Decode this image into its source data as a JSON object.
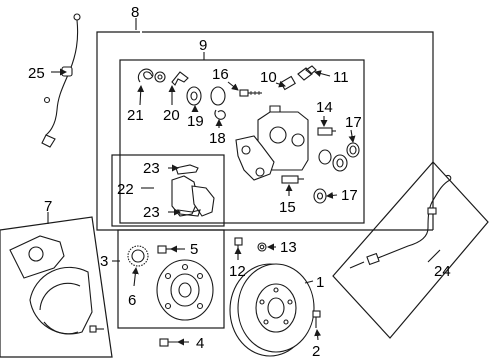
{
  "callouts": [
    {
      "id": "c1",
      "text": "1"
    },
    {
      "id": "c2",
      "text": "2"
    },
    {
      "id": "c3",
      "text": "3"
    },
    {
      "id": "c4",
      "text": "4"
    },
    {
      "id": "c5",
      "text": "5"
    },
    {
      "id": "c6",
      "text": "6"
    },
    {
      "id": "c7",
      "text": "7"
    },
    {
      "id": "c8",
      "text": "8"
    },
    {
      "id": "c9",
      "text": "9"
    },
    {
      "id": "c10",
      "text": "10"
    },
    {
      "id": "c11",
      "text": "11"
    },
    {
      "id": "c12",
      "text": "12"
    },
    {
      "id": "c13",
      "text": "13"
    },
    {
      "id": "c14",
      "text": "14"
    },
    {
      "id": "c15",
      "text": "15"
    },
    {
      "id": "c16",
      "text": "16"
    },
    {
      "id": "c17a",
      "text": "17"
    },
    {
      "id": "c17b",
      "text": "17"
    },
    {
      "id": "c18",
      "text": "18"
    },
    {
      "id": "c19",
      "text": "19"
    },
    {
      "id": "c20",
      "text": "20"
    },
    {
      "id": "c21",
      "text": "21"
    },
    {
      "id": "c22",
      "text": "22"
    },
    {
      "id": "c23a",
      "text": "23"
    },
    {
      "id": "c23b",
      "text": "23"
    },
    {
      "id": "c24",
      "text": "24"
    },
    {
      "id": "c25",
      "text": "25"
    }
  ]
}
